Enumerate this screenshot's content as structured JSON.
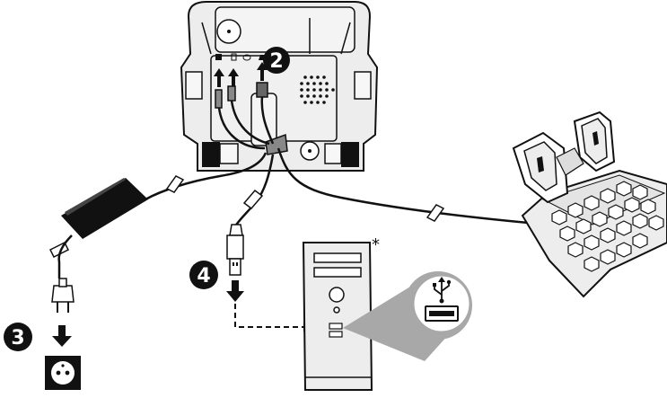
{
  "steps": {
    "step_2": "2",
    "step_3": "3",
    "step_4": "4"
  },
  "pc_footnote_marker": "*",
  "colors": {
    "ink": "#111111",
    "base_fill": "#ededed",
    "callout_grey": "#a8a8a8",
    "white": "#ffffff"
  },
  "icons": [
    "usb-icon",
    "power-socket-icon",
    "power-plug-icon",
    "usb-a-connector-icon",
    "pedal-set-icon",
    "pc-tower-icon",
    "power-adapter-icon"
  ]
}
